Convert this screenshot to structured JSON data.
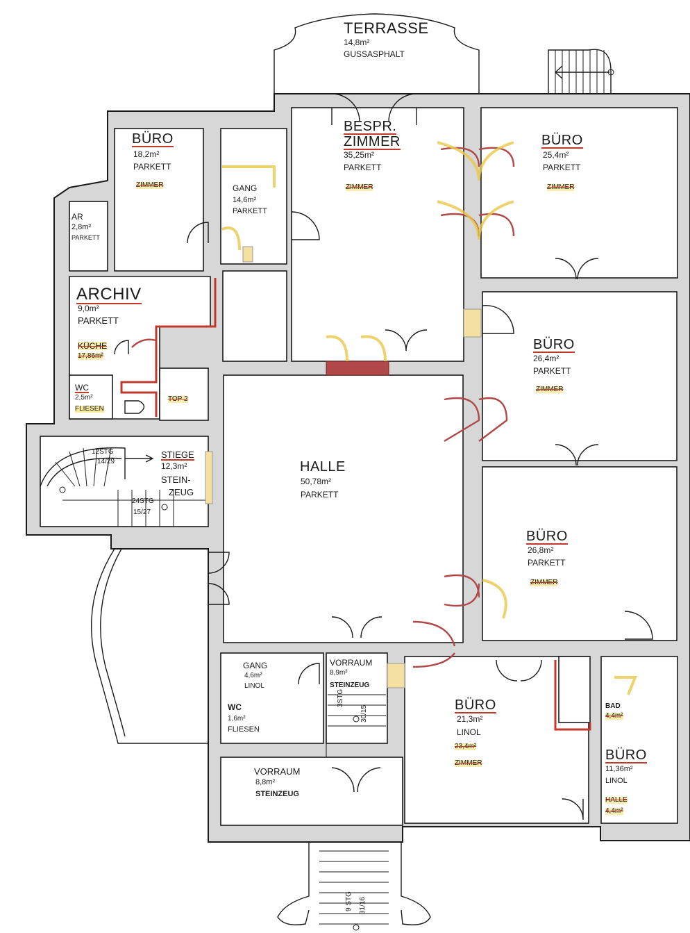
{
  "rooms": {
    "terrasse": {
      "name": "TERRASSE",
      "area": "14,8m²",
      "material": "GUSSASPHALT"
    },
    "buero1": {
      "name": "BÜRO",
      "area": "18,2m²",
      "material": "PARKETT",
      "old": "ZIMMER"
    },
    "gang1": {
      "name": "GANG",
      "area": "14,6m²",
      "material": "PARKETT"
    },
    "bespr": {
      "name1": "BESPR.",
      "name2": "ZIMMER",
      "area": "35,25m²",
      "material": "PARKETT",
      "old": "ZIMMER"
    },
    "buero2": {
      "name": "BÜRO",
      "area": "25,4m²",
      "material": "PARKETT",
      "old": "ZIMMER"
    },
    "ar": {
      "name": "AR",
      "area": "2,8m²",
      "material": "PARKETT"
    },
    "archiv": {
      "name": "ARCHIV",
      "area": "9,0m²",
      "material": "PARKETT",
      "old_name": "KÜCHE",
      "old_area": "17,86m²"
    },
    "buero3": {
      "name": "BÜRO",
      "area": "26,4m²",
      "material": "PARKETT",
      "old": "ZIMMER"
    },
    "wc1": {
      "name": "WC",
      "area": "2,5m²",
      "material": "FLIESEN"
    },
    "top2": {
      "label": "TOP 2"
    },
    "stiege": {
      "name": "STIEGE",
      "area": "12,3m²",
      "material1": "STEIN-",
      "material2": "ZEUG",
      "steps1a": "12STG",
      "steps1b": "14/29",
      "steps2a": "24STG",
      "steps2b": "15/27"
    },
    "halle": {
      "name": "HALLE",
      "area": "50,78m²",
      "material": "PARKETT"
    },
    "buero4": {
      "name": "BÜRO",
      "area": "26,8m²",
      "material": "PARKETT",
      "old": "ZIMMER"
    },
    "gang2": {
      "name": "GANG",
      "area": "4,6m²",
      "material": "LINOL"
    },
    "vorraum1": {
      "name": "VORRAUM",
      "area": "8,9m²",
      "material": "STEINZEUG"
    },
    "wc2": {
      "name": "WC",
      "area": "1,6m²",
      "material": "FLIESEN"
    },
    "stg1": {
      "a": "3STG",
      "b": "30/15"
    },
    "buero5": {
      "name": "BÜRO",
      "area": "21,3m²",
      "material": "LINOL",
      "old_area": "23,4m²",
      "old": "ZIMMER"
    },
    "bad": {
      "name": "BAD",
      "area": "4,4m²"
    },
    "buero6": {
      "name": "BÜRO",
      "area": "11,36m²",
      "material": "LINOL",
      "old_name": "HALLE",
      "old_area": "4,4m²"
    },
    "vorraum2": {
      "name": "VORRAUM",
      "area": "8,8m²",
      "material": "STEINZEUG"
    },
    "stg2": {
      "a": "9 STG",
      "b": "31/16"
    }
  }
}
